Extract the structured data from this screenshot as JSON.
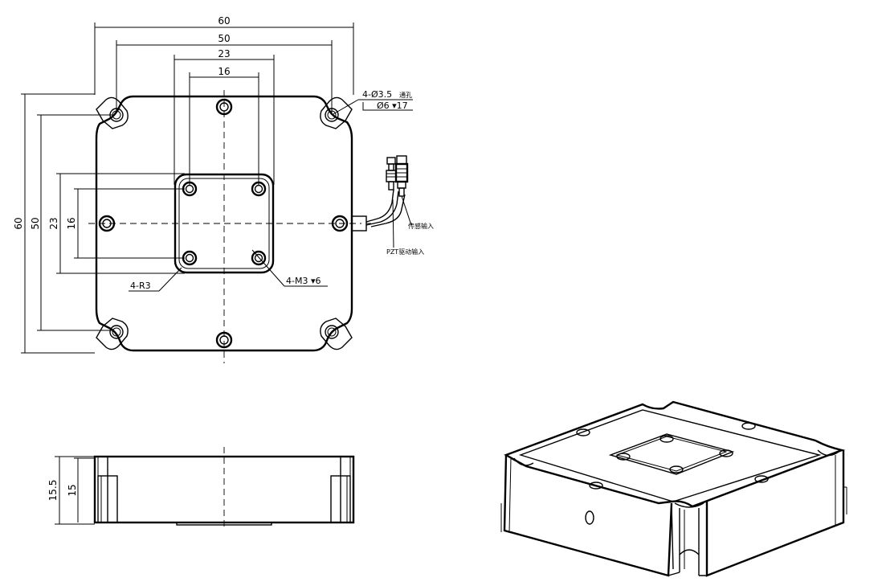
{
  "top_view": {
    "dims_horizontal": [
      "60",
      "50",
      "23",
      "16"
    ],
    "dims_vertical": [
      "60",
      "50",
      "23",
      "16"
    ],
    "mount_hole_callout_line1": "4-Ø3.5",
    "mount_hole_callout_line1_suffix": "通孔",
    "mount_hole_callout_line2": "Ø6 ▾17",
    "radius_callout": "4-R3",
    "thread_callout": "4-M3 ▾6",
    "sensor_label": "传感输入",
    "pzt_label": "PZT驱动输入"
  },
  "side_view": {
    "dims_vertical": [
      "15.5",
      "15"
    ]
  }
}
